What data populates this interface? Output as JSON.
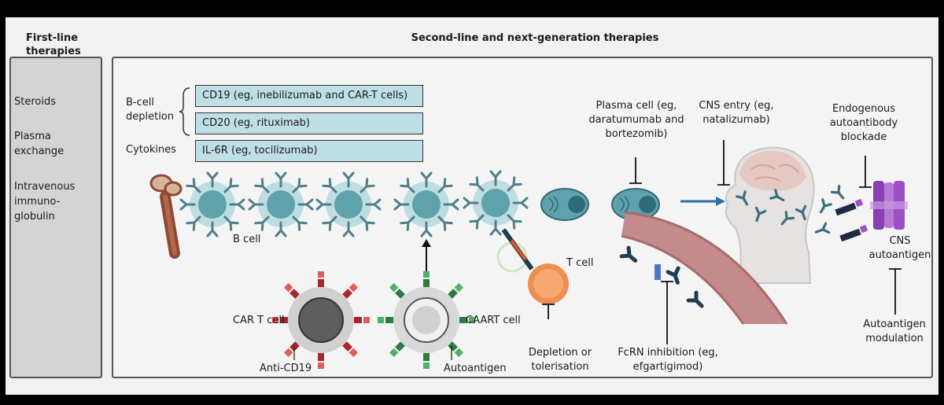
{
  "headers": {
    "first_line": "First-line therapies",
    "second_line": "Second-line and next-generation therapies"
  },
  "first_line_items": [
    "Steroids",
    "Plasma exchange",
    "Intravenous immuno-globulin"
  ],
  "b_cell_depletion_label": "B-cell depletion",
  "cytokines_label": "Cytokines",
  "drug_boxes": [
    "CD19 (eg, inebilizumab and CAR-T cells)",
    "CD20 (eg, rituximab)",
    "IL-6R (eg, tocilizumab)"
  ],
  "labels": {
    "b_cell": "B cell",
    "plasma_cell": "Plasma cell (eg, daratumumab and bortezomib)",
    "cns_entry": "CNS entry (eg, natalizumab)",
    "endogenous_blockade": "Endogenous autoantibody blockade",
    "cns_autoantigen": "CNS autoantigen",
    "autoantigen_modulation": "Autoantigen modulation",
    "t_cell": "T cell",
    "depletion_tolerisation": "Depletion or tolerisation",
    "fcrn_inhibition": "FcRN inhibition (eg, efgartigimod)",
    "car_t_cell": "CAR T cell",
    "anti_cd19": "Anti-CD19",
    "caart_cell": "CAART cell",
    "autoantigen": "Autoantigen"
  },
  "colors": {
    "bcell_fill": "#5fa2ac",
    "bcell_ring": "#bedde2",
    "antibody": "#4d7f8c",
    "bone": "#8b4a35",
    "vessel": "#c48a8c",
    "tcell": "#ef8d52",
    "car_receptor": "#a8262e",
    "caart_receptor": "#2d7a43",
    "autoantigen_purple": "#9f4fc6",
    "head": "#e6c8c2"
  }
}
